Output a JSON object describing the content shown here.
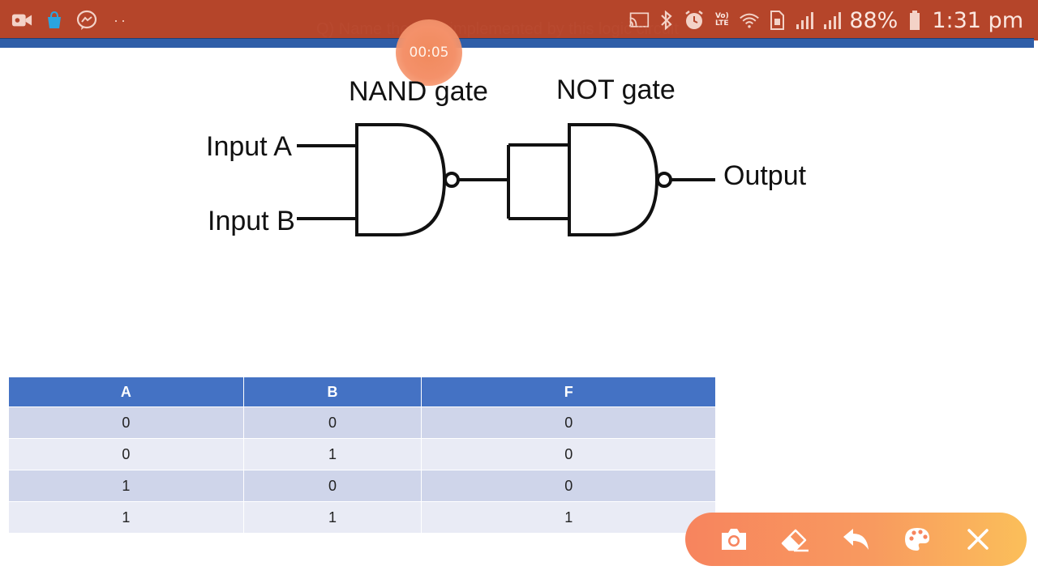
{
  "status_bar": {
    "battery_percent": "88%",
    "time": "1:31 pm",
    "volte_line1": "Vo)",
    "volte_line2": "LTE",
    "more_dots": "··"
  },
  "recording": {
    "timer": "00:05"
  },
  "slide": {
    "caption": "Q) Name the gate implemented by this logic circuit"
  },
  "diagram": {
    "nand_label": "NAND gate",
    "not_label": "NOT gate",
    "input_a": "Input A",
    "input_b": "Input B",
    "output": "Output"
  },
  "truth_table": {
    "headers": [
      "A",
      "B",
      "F"
    ],
    "rows": [
      [
        "0",
        "0",
        "0"
      ],
      [
        "0",
        "1",
        "0"
      ],
      [
        "1",
        "0",
        "0"
      ],
      [
        "1",
        "1",
        "1"
      ]
    ]
  },
  "toolbar": {
    "buttons": [
      "camera-icon",
      "eraser-icon",
      "undo-icon",
      "palette-icon",
      "close-icon"
    ]
  },
  "colors": {
    "status_bar": "#b5452a",
    "table_header": "#4472c4",
    "table_row_dark": "#cfd5ea",
    "table_row_light": "#e9ebf5",
    "toolbar_start": "#f7845e",
    "toolbar_end": "#fbbf5a"
  }
}
